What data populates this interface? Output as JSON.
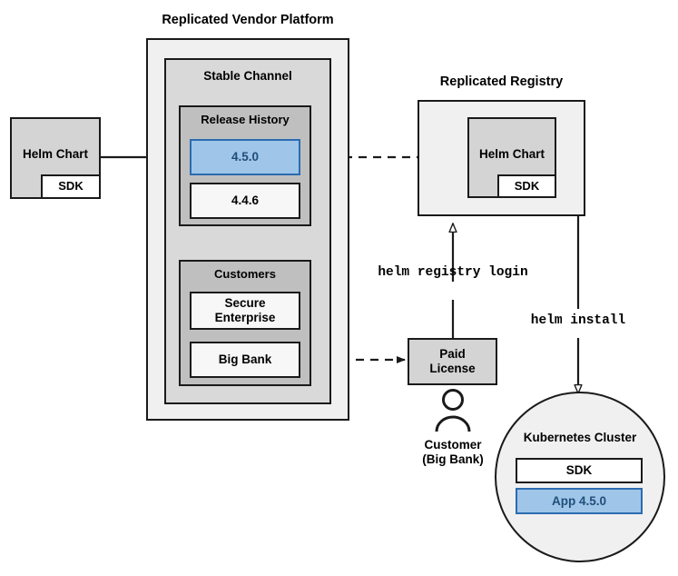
{
  "diagram": {
    "title_vendor_platform": "Replicated Vendor Platform",
    "title_registry": "Replicated Registry",
    "stable_channel": "Stable Channel",
    "release_history": "Release History",
    "release_current": "4.5.0",
    "release_previous": "4.4.6",
    "customers": "Customers",
    "customer_secure_enterprise": "Secure\nEnterprise",
    "customer_big_bank": "Big Bank",
    "helm_chart_source": "Helm Chart",
    "sdk_source": "SDK",
    "helm_chart_registry": "Helm Chart",
    "sdk_registry": "SDK",
    "paid_license": "Paid\nLicense",
    "customer_person": "Customer\n(Big Bank)",
    "kubernetes_cluster": "Kubernetes Cluster",
    "cluster_sdk": "SDK",
    "cluster_app": "App 4.5.0",
    "cmd_registry_login": "helm registry login",
    "cmd_helm_install": "helm install"
  },
  "colors": {
    "accent_blue_fill": "#9fc5e8",
    "accent_blue_border": "#2b6cb0",
    "accent_blue_text": "#1f4e79",
    "stroke": "#1a1a1a",
    "outer_fill": "#f0f0f0",
    "mid_fill": "#d9d9d9",
    "inner_fill": "#bfbfbf",
    "white_fill": "#f7f7f7"
  }
}
